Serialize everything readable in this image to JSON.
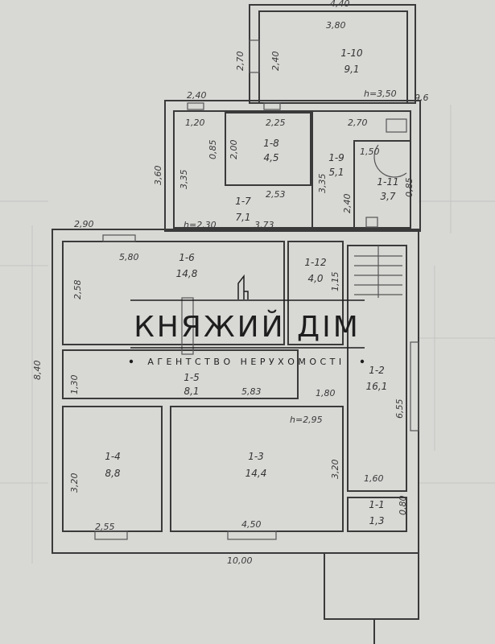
{
  "rooms": [
    {
      "id": "1-1",
      "area": "1,3"
    },
    {
      "id": "1-2",
      "area": "16,1"
    },
    {
      "id": "1-3",
      "area": "14,4"
    },
    {
      "id": "1-4",
      "area": "8,8"
    },
    {
      "id": "1-5",
      "area": "8,1"
    },
    {
      "id": "1-6",
      "area": "14,8"
    },
    {
      "id": "1-7",
      "area": "7,1"
    },
    {
      "id": "1-8",
      "area": "4,5"
    },
    {
      "id": "1-9",
      "area": "5,1"
    },
    {
      "id": "1-10",
      "area": "9,1"
    },
    {
      "id": "1-11",
      "area": "3,7"
    },
    {
      "id": "1-12",
      "area": "4,0"
    }
  ],
  "dimensions": {
    "top": "4,40",
    "d380": "3,80",
    "d270": "2,70",
    "d240a": "2,40",
    "d240b": "2,40",
    "h350": "h=3,50",
    "d96": "9,6",
    "d120": "1,20",
    "d225": "2,25",
    "d270b": "2,70",
    "d200": "2,00",
    "d085a": "0,85",
    "d335a": "3,35",
    "d360": "3,60",
    "d150": "1,50",
    "d335b": "3,35",
    "d240c": "2,40",
    "d085b": "0,85",
    "d253": "2,53",
    "h230": "h=2,30",
    "d373": "3,73",
    "d290": "2,90",
    "d580": "5,80",
    "d258": "2,58",
    "d840": "8,40",
    "d130": "1,30",
    "d583": "5,83",
    "d180": "1,80",
    "d655": "6,55",
    "h295": "h=2,95",
    "d320a": "3,20",
    "d320b": "3,20",
    "d255": "2,55",
    "d450": "4,50",
    "d160": "1,60",
    "d080": "0,80",
    "d1000": "10,00",
    "d115": "1,15"
  },
  "watermark": {
    "brand": "КНЯЖИЙ ДІМ",
    "tagline": "АГЕНТСТВО НЕРУХОМОСТІ"
  }
}
